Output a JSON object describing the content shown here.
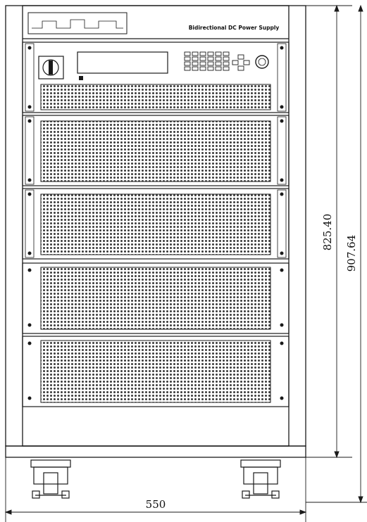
{
  "drawing": {
    "line_color": "#1a1a1a",
    "grille_color": "#555555",
    "top_label": "Bidirectional DC Power Supply",
    "dimensions": {
      "width": "550",
      "panel_height": "825.40",
      "total_height": "907.64"
    },
    "front_panel": {
      "keypad_buttons": 24,
      "nav_buttons": 4,
      "knob": "encoder-knob"
    },
    "modules": [
      {
        "name": "control-unit"
      },
      {
        "name": "power-module-1"
      },
      {
        "name": "power-module-2"
      },
      {
        "name": "power-module-3"
      },
      {
        "name": "power-module-4"
      }
    ],
    "casters": [
      "left-caster",
      "right-caster"
    ]
  }
}
